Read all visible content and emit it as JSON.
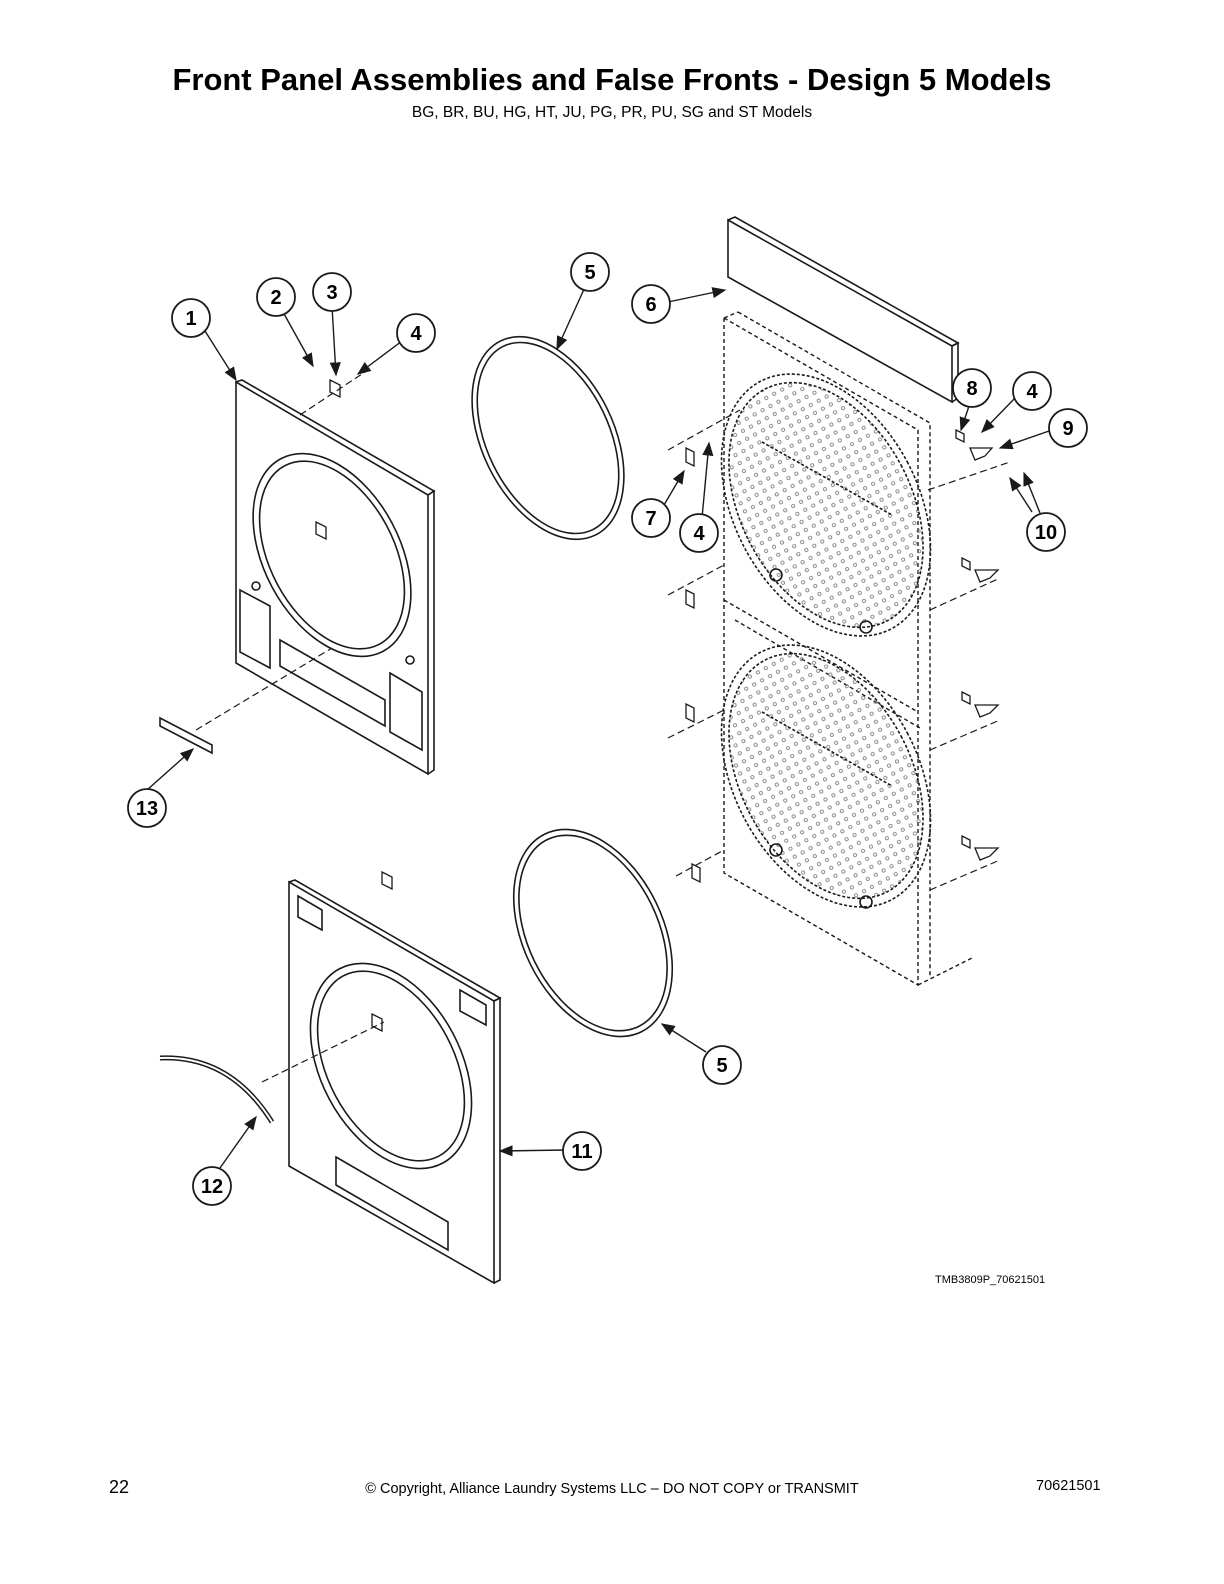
{
  "page": {
    "title": "Front Panel Assemblies and False Fronts - Design 5 Models",
    "subtitle": "BG, BR, BU, HG, HT, JU, PG, PR, PU, SG and ST Models",
    "figure_id": "TMB3809P_70621501",
    "page_number": "22",
    "copyright": "© Copyright, Alliance Laundry Systems LLC – DO NOT COPY or TRANSMIT",
    "doc_number": "70621501"
  },
  "callouts": [
    "1",
    "2",
    "3",
    "4",
    "5",
    "6",
    "4",
    "8",
    "9",
    "7",
    "4",
    "10",
    "13",
    "5",
    "11",
    "12"
  ],
  "colors": {
    "ink": "#1a1a1a",
    "hatch": "#7a7a7a"
  }
}
